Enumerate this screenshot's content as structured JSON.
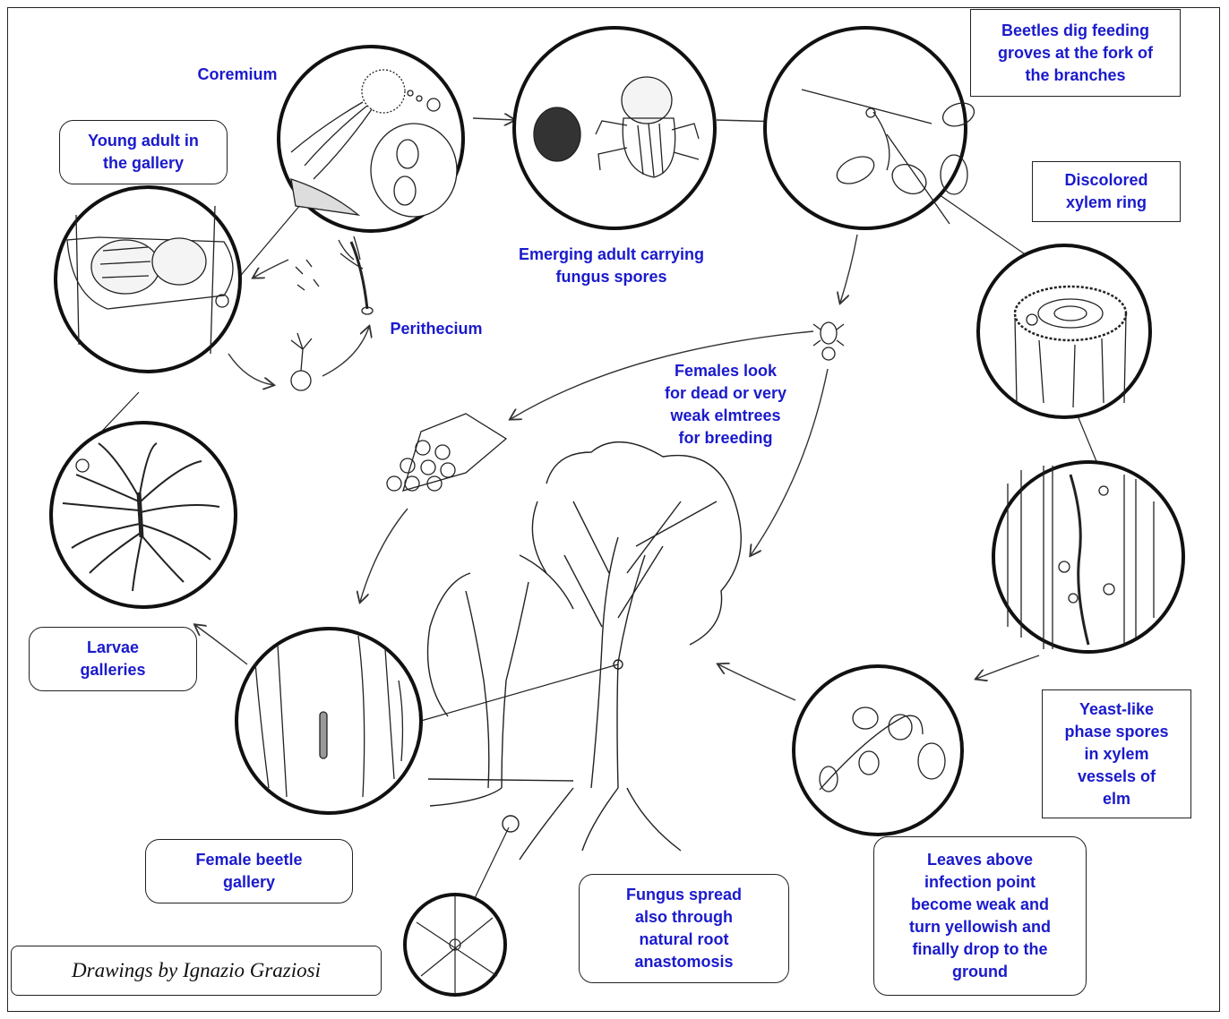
{
  "labels": {
    "coremium": "Coremium",
    "young_adult": "Young adult in\nthe gallery",
    "emerging_adult": "Emerging adult carrying\nfungus spores",
    "beetles_dig": "Beetles dig feeding\ngroves at the fork of\nthe branches",
    "discolored": "Discolored\nxylem ring",
    "perithecium": "Perithecium",
    "females_look": "Females look\nfor dead or very\nweak elmtrees\nfor breeding",
    "larvae": "Larvae\ngalleries",
    "yeast": "Yeast-like\nphase spores\nin xylem\nvessels of\nelm",
    "female_gallery": "Female beetle\ngallery",
    "fungus_spread": "Fungus spread\nalso through\nnatural root\nanastomosis",
    "leaves": "Leaves above\ninfection point\nbecome weak and\nturn yellowish and\nfinally drop to the\nground"
  },
  "credit": "Drawings by Ignazio Graziosi",
  "colors": {
    "label_text": "#1a1acc",
    "ink": "#222222"
  }
}
